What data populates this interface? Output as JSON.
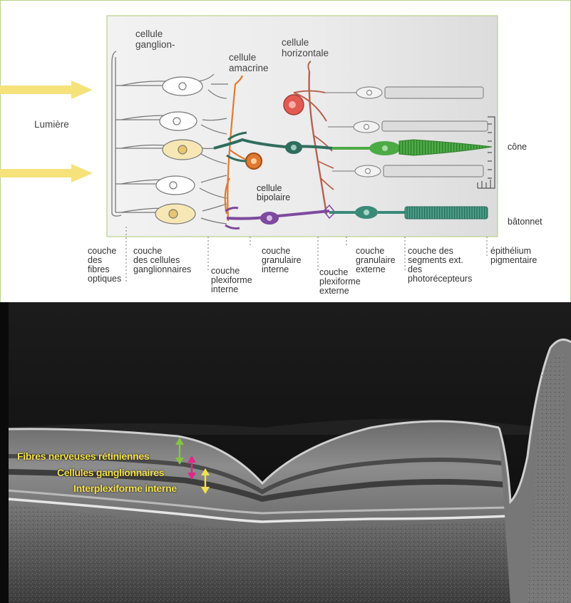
{
  "colors": {
    "frame_border": "#b8d18a",
    "panel_fill": "#e6e6e6",
    "light_arrow": "#f5e27a",
    "cone_green": "#4caa45",
    "bipolar_teal": "#2f6d5d",
    "amacrine_orange": "#e07a30",
    "horizontal_red": "#d9534f",
    "rod_teal": "#3a8a78",
    "purple_cell": "#7d4a9e",
    "oct_yellow": "#f4e04d",
    "oct_green": "#86c440",
    "oct_magenta": "#e0288a"
  },
  "diagram": {
    "light_label": "Lumière",
    "cells": {
      "ganglion": "cellule\nganglion-",
      "amacrine": "cellule\namacrine",
      "horizontal": "cellule\nhorizontale",
      "bipolar": "cellule\nbipolaire",
      "cone": "cône",
      "rod": "bâtonnet"
    },
    "layers": [
      "couche\ndes\nfibres\noptiques",
      "couche\ndes cellules\nganglionnaires",
      "couche\nplexiforme\ninterne",
      "couche\ngranulaire\ninterne",
      "couche\nplexiforme\nexterne",
      "couche\ngranulaire\nexterne",
      "couche des\nsegments ext.\ndes\nphotorécepteurs",
      "épithélium\npigmentaire"
    ]
  },
  "oct": {
    "labels": {
      "nerve_fibers": "Fibres nerveuses rétiniennes",
      "ganglion_cells": "Cellules ganglionnaires",
      "inner_plexiform": "Interplexiforme interne"
    }
  }
}
